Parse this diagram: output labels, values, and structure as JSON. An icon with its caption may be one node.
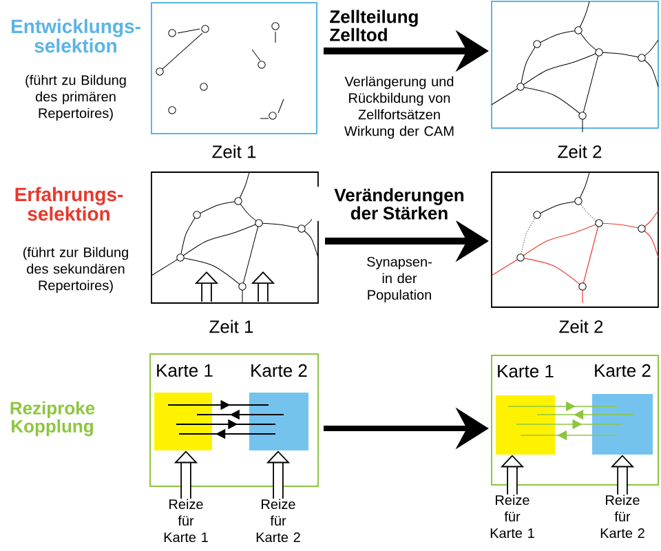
{
  "diagram": {
    "nodes": [
      {
        "text": [],
        "shape": "box",
        "beside": [
          "Zeit 1"
        ]
      },
      {
        "text": [],
        "shape": "box",
        "beside": [
          "Zeit 2"
        ]
      },
      {
        "text": [],
        "shape": "box",
        "beside": [
          "Zeit 1"
        ]
      },
      {
        "text": [],
        "shape": "box",
        "beside": [
          "Zeit 2"
        ]
      },
      {
        "text": [],
        "shape": "box"
      },
      {
        "text": [
          "Karte 1"
        ],
        "in": 4
      },
      {
        "text": [
          "Karte 2"
        ],
        "in": 4
      },
      {
        "text": [],
        "shape": "box"
      },
      {
        "text": [
          "Karte 1"
        ],
        "in": 7
      },
      {
        "text": [
          "Karte 2"
        ],
        "in": 7
      },
      {
        "text": [
          "Reize für Karte 1"
        ]
      },
      {
        "text": [
          "Reize für Karte 2"
        ]
      },
      {
        "text": [
          "Reize für Karte 1"
        ]
      },
      {
        "text": [
          "Reize für Karte 2"
        ]
      }
    ],
    "edges": [
      {
        "from": 0,
        "to": 1,
        "arrow": "to",
        "label": "Zellteilung Zelltod",
        "style": "thick"
      },
      {
        "from": 2,
        "to": 3,
        "arrow": "to",
        "label": "Veränderungen der Stärken",
        "style": "thick"
      },
      {
        "from": 4,
        "to": 7,
        "arrow": "to",
        "style": "thick"
      },
      {
        "from": 10,
        "to": 5,
        "arrow": "to",
        "style": "thick"
      },
      {
        "from": 11,
        "to": 6,
        "arrow": "to",
        "style": "thick"
      },
      {
        "from": 12,
        "to": 8,
        "arrow": "to",
        "style": "thick"
      },
      {
        "from": 13,
        "to": 9,
        "arrow": "to",
        "style": "thick"
      },
      {
        "from": 5,
        "to": 6,
        "arrow": "to"
      },
      {
        "from": 6,
        "to": 5,
        "arrow": "to"
      },
      {
        "from": 5,
        "to": 6,
        "arrow": "to"
      },
      {
        "from": 6,
        "to": 5,
        "arrow": "to"
      },
      {
        "from": 8,
        "to": 9,
        "arrow": "to",
        "color": "#8cc63e"
      },
      {
        "from": 9,
        "to": 8,
        "arrow": "to",
        "color": "#8cc63e"
      },
      {
        "from": 8,
        "to": 9,
        "arrow": "to",
        "color": "#8cc63e"
      },
      {
        "from": 9,
        "to": 8,
        "arrow": "to",
        "color": "#8cc63e"
      }
    ],
    "labels": [
      "Entwicklungs- selektion",
      "(führt zu Bildung des primären Repertoires)",
      "Verlängerung und Rückbildung von Zellfortsätzen Wirkung der CAM",
      "Erfahrungs- selektion",
      "(führt zur Bildung des sekundären Repertoires)",
      "Synapsen- in der Population",
      "Reziproke Kopplung"
    ]
  }
}
